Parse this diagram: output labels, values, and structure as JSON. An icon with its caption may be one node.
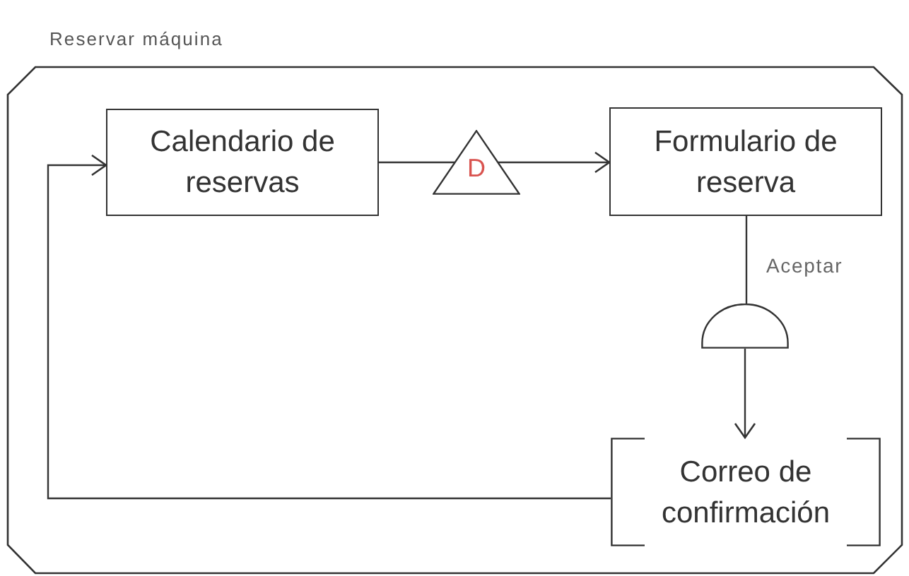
{
  "diagram": {
    "nodes": [
      {
        "text": [
          "Reservar máquina"
        ]
      },
      {
        "text": [
          "Calendario de reservas"
        ],
        "in": 0
      },
      {
        "text": [
          "D"
        ],
        "in": 0
      },
      {
        "text": [
          "Formulario de reserva"
        ],
        "in": 0
      },
      {
        "text": [],
        "shape": "semicircle",
        "in": 0
      },
      {
        "text": [
          "Correo de confirmación"
        ],
        "in": 0
      }
    ],
    "edges": [
      {
        "from": 1,
        "to": 2,
        "arrow": "none"
      },
      {
        "from": 2,
        "to": 3,
        "arrow": "to"
      },
      {
        "from": 3,
        "to": 4,
        "arrow": "none",
        "label": "Aceptar"
      },
      {
        "from": 4,
        "to": 5,
        "arrow": "to"
      },
      {
        "from": 5,
        "to": 1,
        "arrow": "to"
      }
    ]
  }
}
